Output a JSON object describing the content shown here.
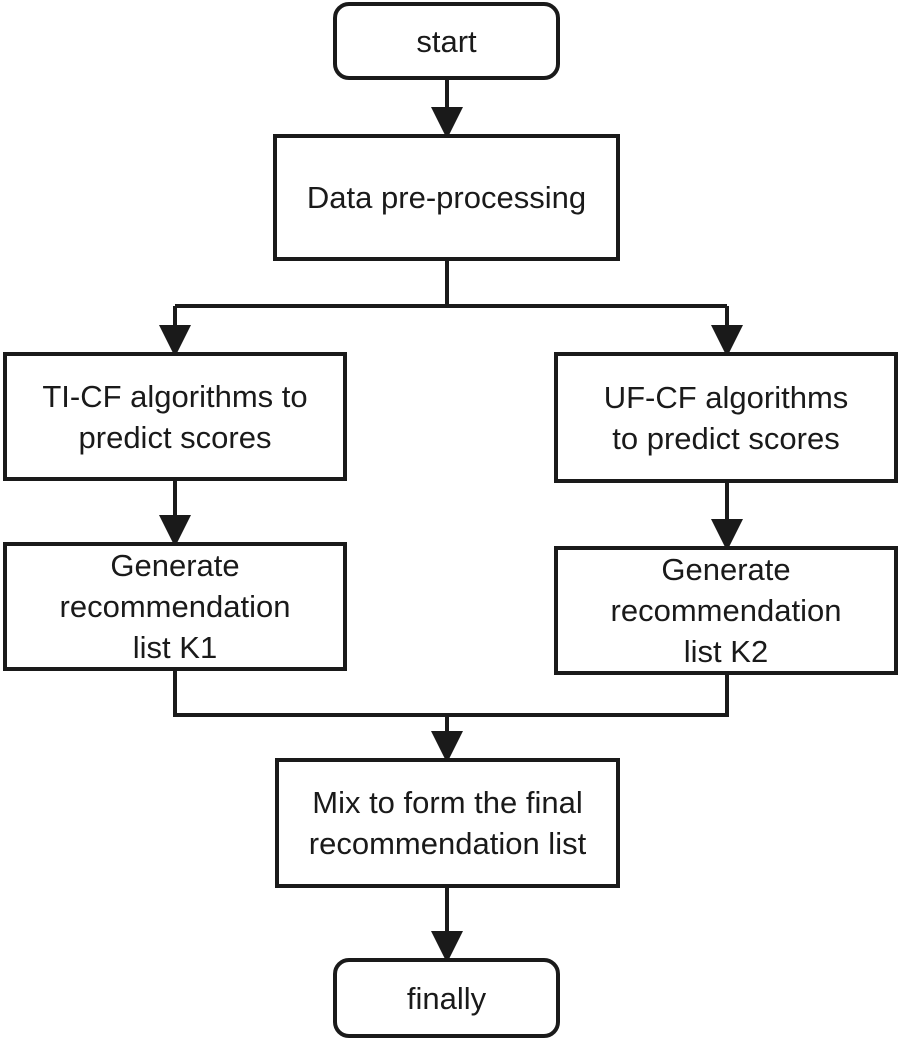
{
  "flowchart": {
    "start": "start",
    "preprocess": "Data pre-processing",
    "ticf": [
      "TI-CF algorithms to",
      "predict scores"
    ],
    "ufcf": [
      "UF-CF algorithms",
      "to predict scores"
    ],
    "list_k1": [
      "Generate",
      "recommendation",
      "list K1"
    ],
    "list_k2": [
      "Generate",
      "recommendation",
      "list K2"
    ],
    "mix": [
      "Mix to form the final",
      "recommendation list"
    ],
    "end": "finally"
  },
  "colors": {
    "stroke": "#1a1a1a",
    "background": "#ffffff"
  }
}
